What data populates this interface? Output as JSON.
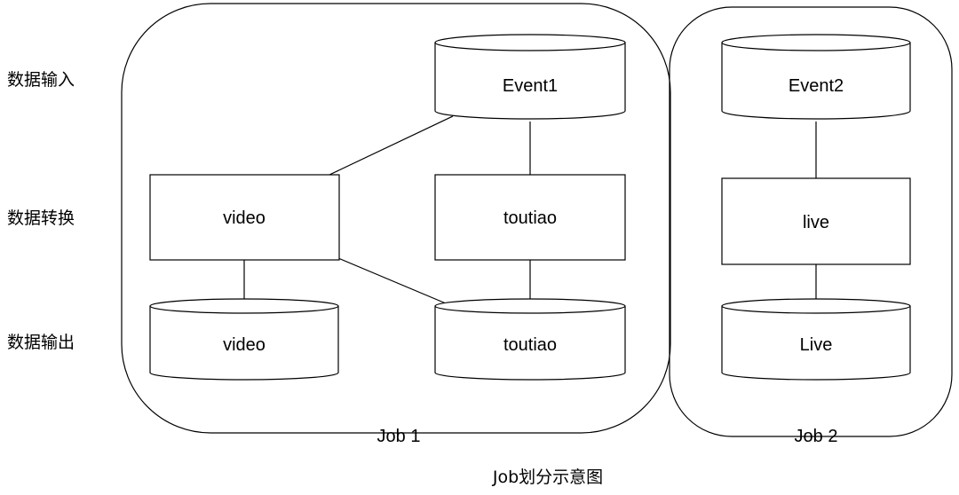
{
  "row_labels": {
    "input": "数据输入",
    "transform": "数据转换",
    "output": "数据输出"
  },
  "nodes": {
    "event1": "Event1",
    "event2": "Event2",
    "video_transform": "video",
    "toutiao_transform": "toutiao",
    "live_transform": "live",
    "video_output": "video",
    "toutiao_output": "toutiao",
    "live_output": "Live"
  },
  "jobs": {
    "job1": "Job 1",
    "job2": "Job 2"
  },
  "caption": "Job划分示意图"
}
